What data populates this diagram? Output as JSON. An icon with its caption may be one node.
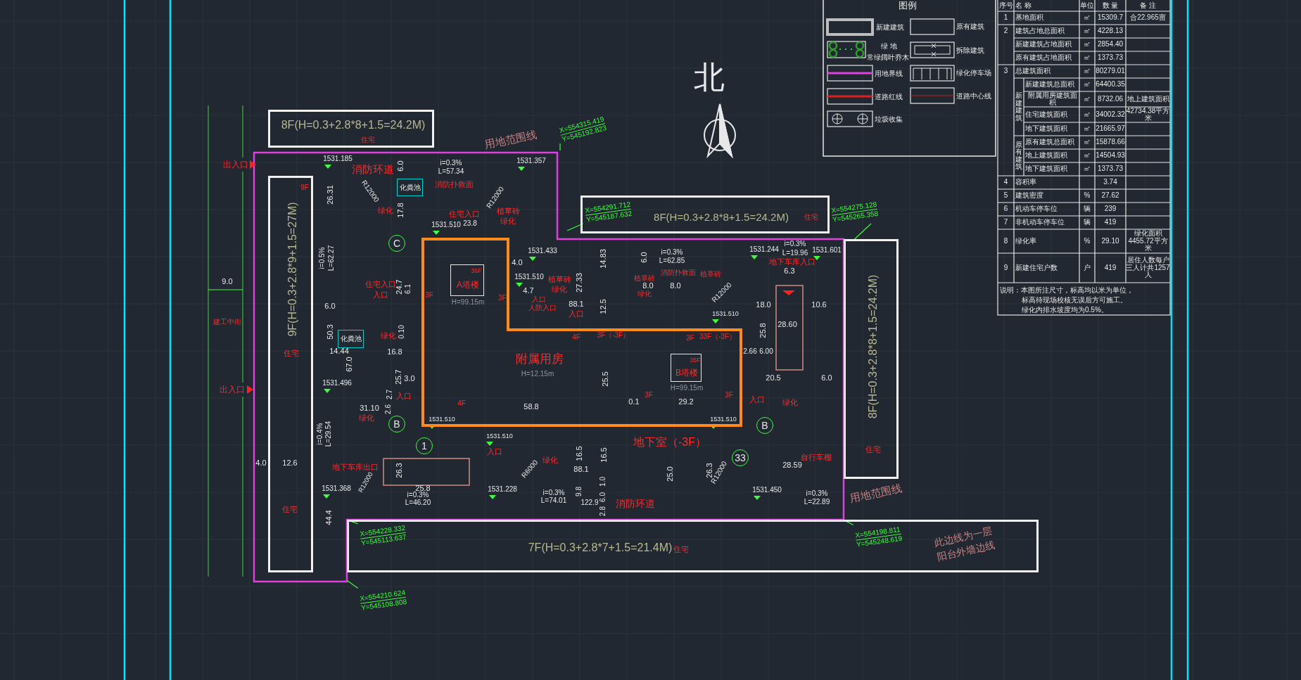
{
  "diagram": {
    "nodes": [
      {
        "text": [
          "8F(H=0.3+2.8*8+1.5=24.2M)",
          "住宅"
        ]
      },
      {
        "text": [
          "X=554315.419",
          "Y=545192.823"
        ]
      },
      {
        "text": [
          "8F(H=0.3+2.8*8+1.5=24.2M)",
          "住宅"
        ]
      },
      {
        "text": [
          "X=554291.712",
          "Y=545187.632"
        ],
        "in": 2
      },
      {
        "text": [
          "X=554275.128",
          "Y=545265.358"
        ]
      },
      {
        "text": [
          "9F",
          "9F(H=0.3+2.8*9+1.5=27M)",
          "住宅"
        ]
      },
      {
        "text": [
          "附属用房",
          "H=12.15m"
        ]
      },
      {
        "text": [
          "36F",
          "A塔楼"
        ],
        "in": 6,
        "beside": [
          "H=99.15m"
        ]
      },
      {
        "text": [
          "35F",
          "B塔楼"
        ],
        "in": 6,
        "beside": [
          "H=99.15m"
        ]
      },
      {
        "text": [
          "8F(H=0.3+2.8*8+1.5=24.2M)",
          "住宅"
        ]
      },
      {
        "text": [
          "X=554228.332",
          "Y=545113.637"
        ],
        "in": 11
      },
      {
        "text": [
          "7F(H=0.3+2.8*7+1.5=21.4M)",
          "住宅"
        ]
      },
      {
        "text": [
          "X=554198.811",
          "Y=545248.619"
        ],
        "in": 11
      },
      {
        "text": [
          "X=554210.624",
          "Y=545108.808"
        ]
      },
      {
        "text": [
          "化粪池"
        ]
      },
      {
        "text": [
          "化粪池"
        ]
      },
      {
        "text": [
          "C"
        ]
      },
      {
        "text": [
          "B"
        ]
      },
      {
        "text": [
          "B"
        ]
      },
      {
        "text": [
          "1"
        ]
      },
      {
        "text": [
          "33"
        ]
      }
    ],
    "edges": [
      {
        "from": 1,
        "to": null,
        "arrow": "none"
      },
      {
        "from": 3,
        "to": null,
        "arrow": "none"
      },
      {
        "from": 4,
        "to": 9,
        "arrow": "none"
      },
      {
        "from": 10,
        "to": null,
        "arrow": "none"
      },
      {
        "from": 12,
        "to": null,
        "arrow": "none"
      },
      {
        "from": 13,
        "to": null,
        "arrow": "none"
      }
    ],
    "labels": [
      "用地范围线",
      "出入口",
      "1531.185",
      "消防环道",
      "6.0",
      "i=0.3%",
      "L=57.34",
      "1531.357",
      "26.31",
      "R12000",
      "消防扑救面",
      "绿化",
      "17.8",
      "R12000",
      "住宅入口",
      "植草砖",
      "1531.510",
      "23.8",
      "绿化",
      "i=0.5%",
      "L=62.27",
      "1531.433",
      "4.0",
      "住宅入口",
      "入口",
      "24.7",
      "6.1",
      "3F",
      "3F",
      "1531.510",
      "4.7",
      "植草砖",
      "绿化",
      "27.33",
      "入口",
      "人防入口",
      "88.1",
      "入口",
      "9.0",
      "建工中街",
      "6.0",
      "50.3",
      "绿化",
      "0.10",
      "14.44",
      "16.8",
      "67.0",
      "4F",
      "1531.496",
      "25.7",
      "3.0",
      "出入口",
      "14.83",
      "6.0",
      "i=0.3%",
      "L=62.85",
      "1531.244",
      "i=0.3%",
      "L=19.96",
      "1531.601",
      "地下车库入口",
      "植草砖",
      "消防扑救面",
      "植草砖",
      "8.0",
      "8.0",
      "绿化",
      "12.5",
      "R12000",
      "6.3",
      "18.0",
      "10.6",
      "28.60",
      "1531.510",
      "3F（-3F）",
      "3F",
      "33F（-3F）",
      "25.8",
      "2.66",
      "6.00",
      "20.5",
      "6.0",
      "0.1",
      "3F",
      "29.2",
      "3F",
      "入口",
      "绿化",
      "58.8",
      "4F",
      "1531.510",
      "25.5",
      "2.7",
      "入口",
      "2.6",
      "31.10",
      "绿化",
      "1531.510",
      "i=0.4%",
      "L=29.54",
      "1531.510",
      "入口",
      "4.0",
      "12.6",
      "地下车库出口",
      "R12000",
      "26.3",
      "R6000",
      "绿化",
      "16.5",
      "88.1",
      "1531.368",
      "25.8",
      "i=0.3%",
      "L=46.20",
      "1531.228",
      "i=0.3%",
      "L=74.01",
      "9.8",
      "122.9",
      "住宅",
      "44.4",
      "地下室（-3F）",
      "16.5",
      "25.0",
      "26.3",
      "R12000",
      "28.59",
      "自行车棚",
      "1.0",
      "6.0",
      "2.8",
      "消防环道",
      "1531.450",
      "i=0.3%",
      "L=22.89",
      "用地范围线",
      "此边线为一层",
      "阳台外墙边线",
      "北",
      "图例",
      "序号",
      "名 称",
      "单位",
      "数 量",
      "备 注",
      "1",
      "基地面积",
      "㎡",
      "15309.7",
      "合22.965亩",
      "2",
      "建筑占地总面积",
      "㎡",
      "4228.13",
      "新建建筑占地面积",
      "㎡",
      "2854.40",
      "原有建筑占地面积",
      "㎡",
      "1373.73",
      "3",
      "总建筑面积",
      "㎡",
      "80279.01",
      "新建建筑",
      "新建建筑总面积",
      "㎡",
      "64400.35",
      "附属用房建筑面积",
      "㎡",
      "8732.06",
      "地上建筑面积",
      "住宅建筑面积",
      "㎡",
      "34002.32",
      "42734.38平方米",
      "地下建筑面积",
      "㎡",
      "21665.97",
      "原有建筑",
      "原有建筑总面积",
      "㎡",
      "15878.66",
      "地上建筑面积",
      "㎡",
      "14504.93",
      "地下建筑面积",
      "㎡",
      "1373.73",
      "4",
      "容积率",
      "3.74",
      "5",
      "建筑密度",
      "%",
      "27.62",
      "6",
      "机动车停车位",
      "辆",
      "239",
      "7",
      "非机动车停车位",
      "辆",
      "419",
      "8",
      "绿化率",
      "%",
      "29.10",
      "绿化面积4455.72平方米",
      "9",
      "新建住宅户数",
      "户",
      "419",
      "居住人数每户三人计共1257人",
      "说明：本图所注尺寸，标高均以米为单位，",
      "标高待现场校核无误后方可施工。",
      "绿化内排水坡度均为0.5%。"
    ],
    "legend": [
      {
        "text": "新建建筑"
      },
      {
        "text": "原有建筑"
      },
      {
        "text": "绿 地"
      },
      {
        "text": "常绿阔叶乔木"
      },
      {
        "text": "拆除建筑"
      },
      {
        "text": "用地界线"
      },
      {
        "text": "绿化停车场"
      },
      {
        "text": "道路红线"
      },
      {
        "text": "道路中心线"
      },
      {
        "text": "垃圾收集"
      }
    ]
  }
}
